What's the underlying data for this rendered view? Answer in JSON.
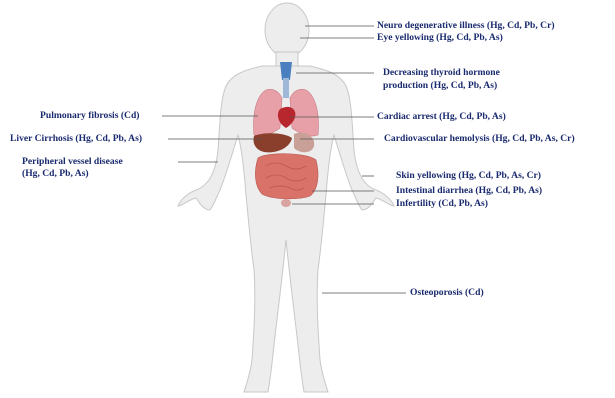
{
  "labels": {
    "neuro": "Neuro degenerative illness (Hg, Cd, Pb, Cr)",
    "eye": "Eye yellowing (Hg, Cd, Pb, As)",
    "thyroid_line1": "Decreasing thyroid hormone",
    "thyroid_line2": "production (Hg, Cd, Pb, As)",
    "pulmonary": "Pulmonary fibrosis (Cd)",
    "cardiac": "Cardiac arrest (Hg, Cd, Pb, As)",
    "liver": "Liver Cirrhosis (Hg, Cd, Pb, As)",
    "cardiovascular": "Cardiovascular hemolysis (Hg, Cd, Pb, As, Cr)",
    "peripheral_line1": "Peripheral vessel  disease",
    "peripheral_line2": "(Hg, Cd, Pb, As)",
    "skin": "Skin yellowing (Hg, Cd, Pb, As, Cr)",
    "intestinal": "Intestinal diarrhea (Hg, Cd, Pb, As)",
    "infertility": "Infertility (Cd, Pb, As)",
    "osteoporosis": "Osteoporosis (Cd)"
  },
  "colors": {
    "label_text": "#1a2a6e",
    "leader_line": "#555555",
    "body_fill": "#ededed",
    "body_outline": "#c8c8c8",
    "lungs": "#e8a0a8",
    "heart": "#b8272e",
    "liver": "#8a3f2c",
    "intestine": "#d9736a",
    "thyroid": "#4a7fbf",
    "stomach": "#c9a098"
  }
}
